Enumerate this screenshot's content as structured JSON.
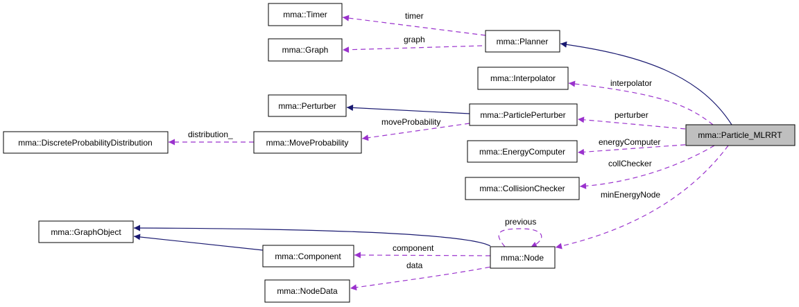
{
  "colors": {
    "inheritance_edge": "#191970",
    "member_edge": "#9a32cd",
    "node_fill": "#ffffff",
    "highlight_fill": "#bfbfbf",
    "node_border": "#000000"
  },
  "legend": {
    "inheritance": "solid dark-blue arrow with filled head",
    "member": "dashed purple arrow with filled head"
  },
  "nodes": {
    "timer": "mma::Timer",
    "graph": "mma::Graph",
    "planner": "mma::Planner",
    "interpolator": "mma::Interpolator",
    "perturber": "mma::Perturber",
    "particle_perturber": "mma::ParticlePerturber",
    "particle_mlrrt": "mma::Particle_MLRRT",
    "discrete_prob": "mma::DiscreteProbabilityDistribution",
    "move_probability": "mma::MoveProbability",
    "energy_computer": "mma::EnergyComputer",
    "collision_checker": "mma::CollisionChecker",
    "graph_object": "mma::GraphObject",
    "component": "mma::Component",
    "node": "mma::Node",
    "node_data": "mma::NodeData"
  },
  "edge_labels": {
    "timer": "timer",
    "graph": "graph",
    "interpolator": "interpolator",
    "perturber": "perturber",
    "move_probability": "moveProbability",
    "distribution": "distribution_",
    "energy_computer": "energyComputer",
    "coll_checker": "collChecker",
    "min_energy_node": "minEnergyNode",
    "previous": "previous",
    "component": "component",
    "data": "data"
  }
}
